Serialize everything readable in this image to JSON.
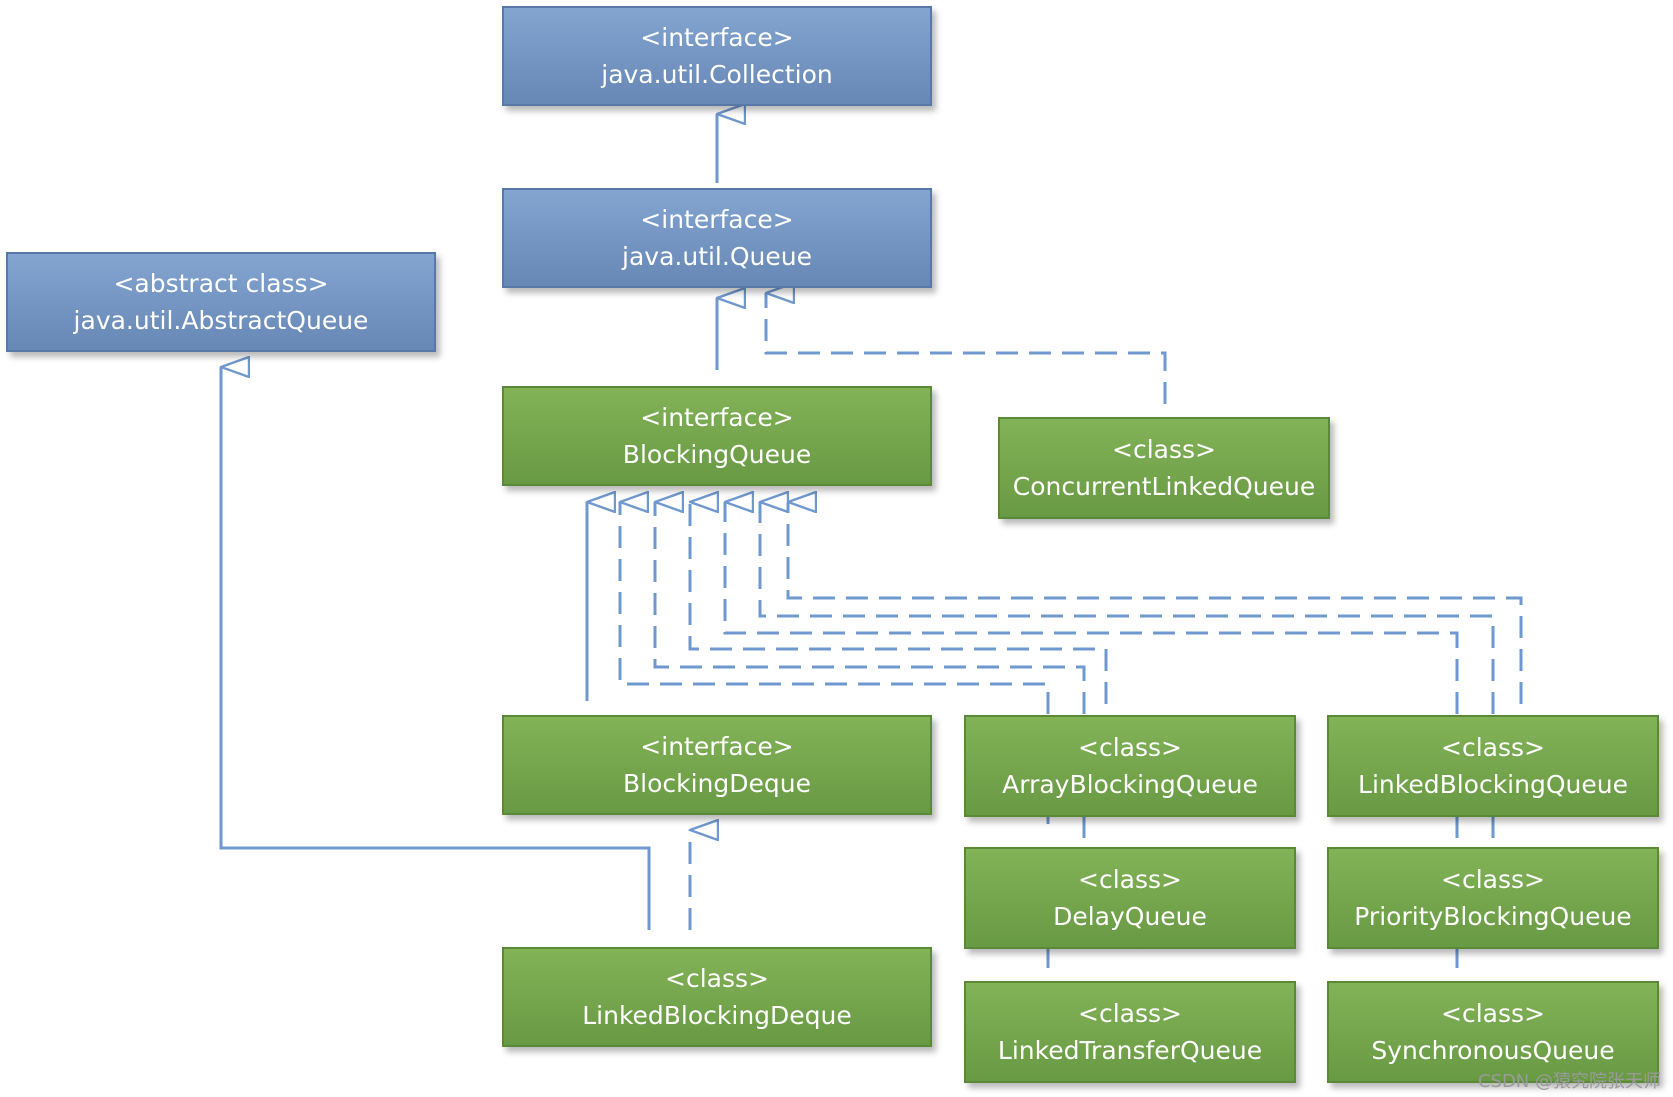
{
  "colors": {
    "line": "#6f98cf",
    "blue": "#7395c4",
    "green": "#76a84d"
  },
  "nodes": {
    "collection": {
      "stereotype": "<interface>",
      "name": "java.util.Collection"
    },
    "queue": {
      "stereotype": "<interface>",
      "name": "java.util.Queue"
    },
    "abstract_queue": {
      "stereotype": "<abstract class>",
      "name": "java.util.AbstractQueue"
    },
    "blocking_queue": {
      "stereotype": "<interface>",
      "name": "BlockingQueue"
    },
    "concurrent_linked": {
      "stereotype": "<class>",
      "name": "ConcurrentLinkedQueue"
    },
    "blocking_deque": {
      "stereotype": "<interface>",
      "name": "BlockingDeque"
    },
    "array_blocking": {
      "stereotype": "<class>",
      "name": "ArrayBlockingQueue"
    },
    "linked_blocking": {
      "stereotype": "<class>",
      "name": "LinkedBlockingQueue"
    },
    "delay_queue": {
      "stereotype": "<class>",
      "name": "DelayQueue"
    },
    "priority_blocking": {
      "stereotype": "<class>",
      "name": "PriorityBlockingQueue"
    },
    "linked_blocking_deque": {
      "stereotype": "<class>",
      "name": "LinkedBlockingDeque"
    },
    "linked_transfer": {
      "stereotype": "<class>",
      "name": "LinkedTransferQueue"
    },
    "synchronous": {
      "stereotype": "<class>",
      "name": "SynchronousQueue"
    }
  },
  "watermark": "CSDN @猿究院张天师"
}
